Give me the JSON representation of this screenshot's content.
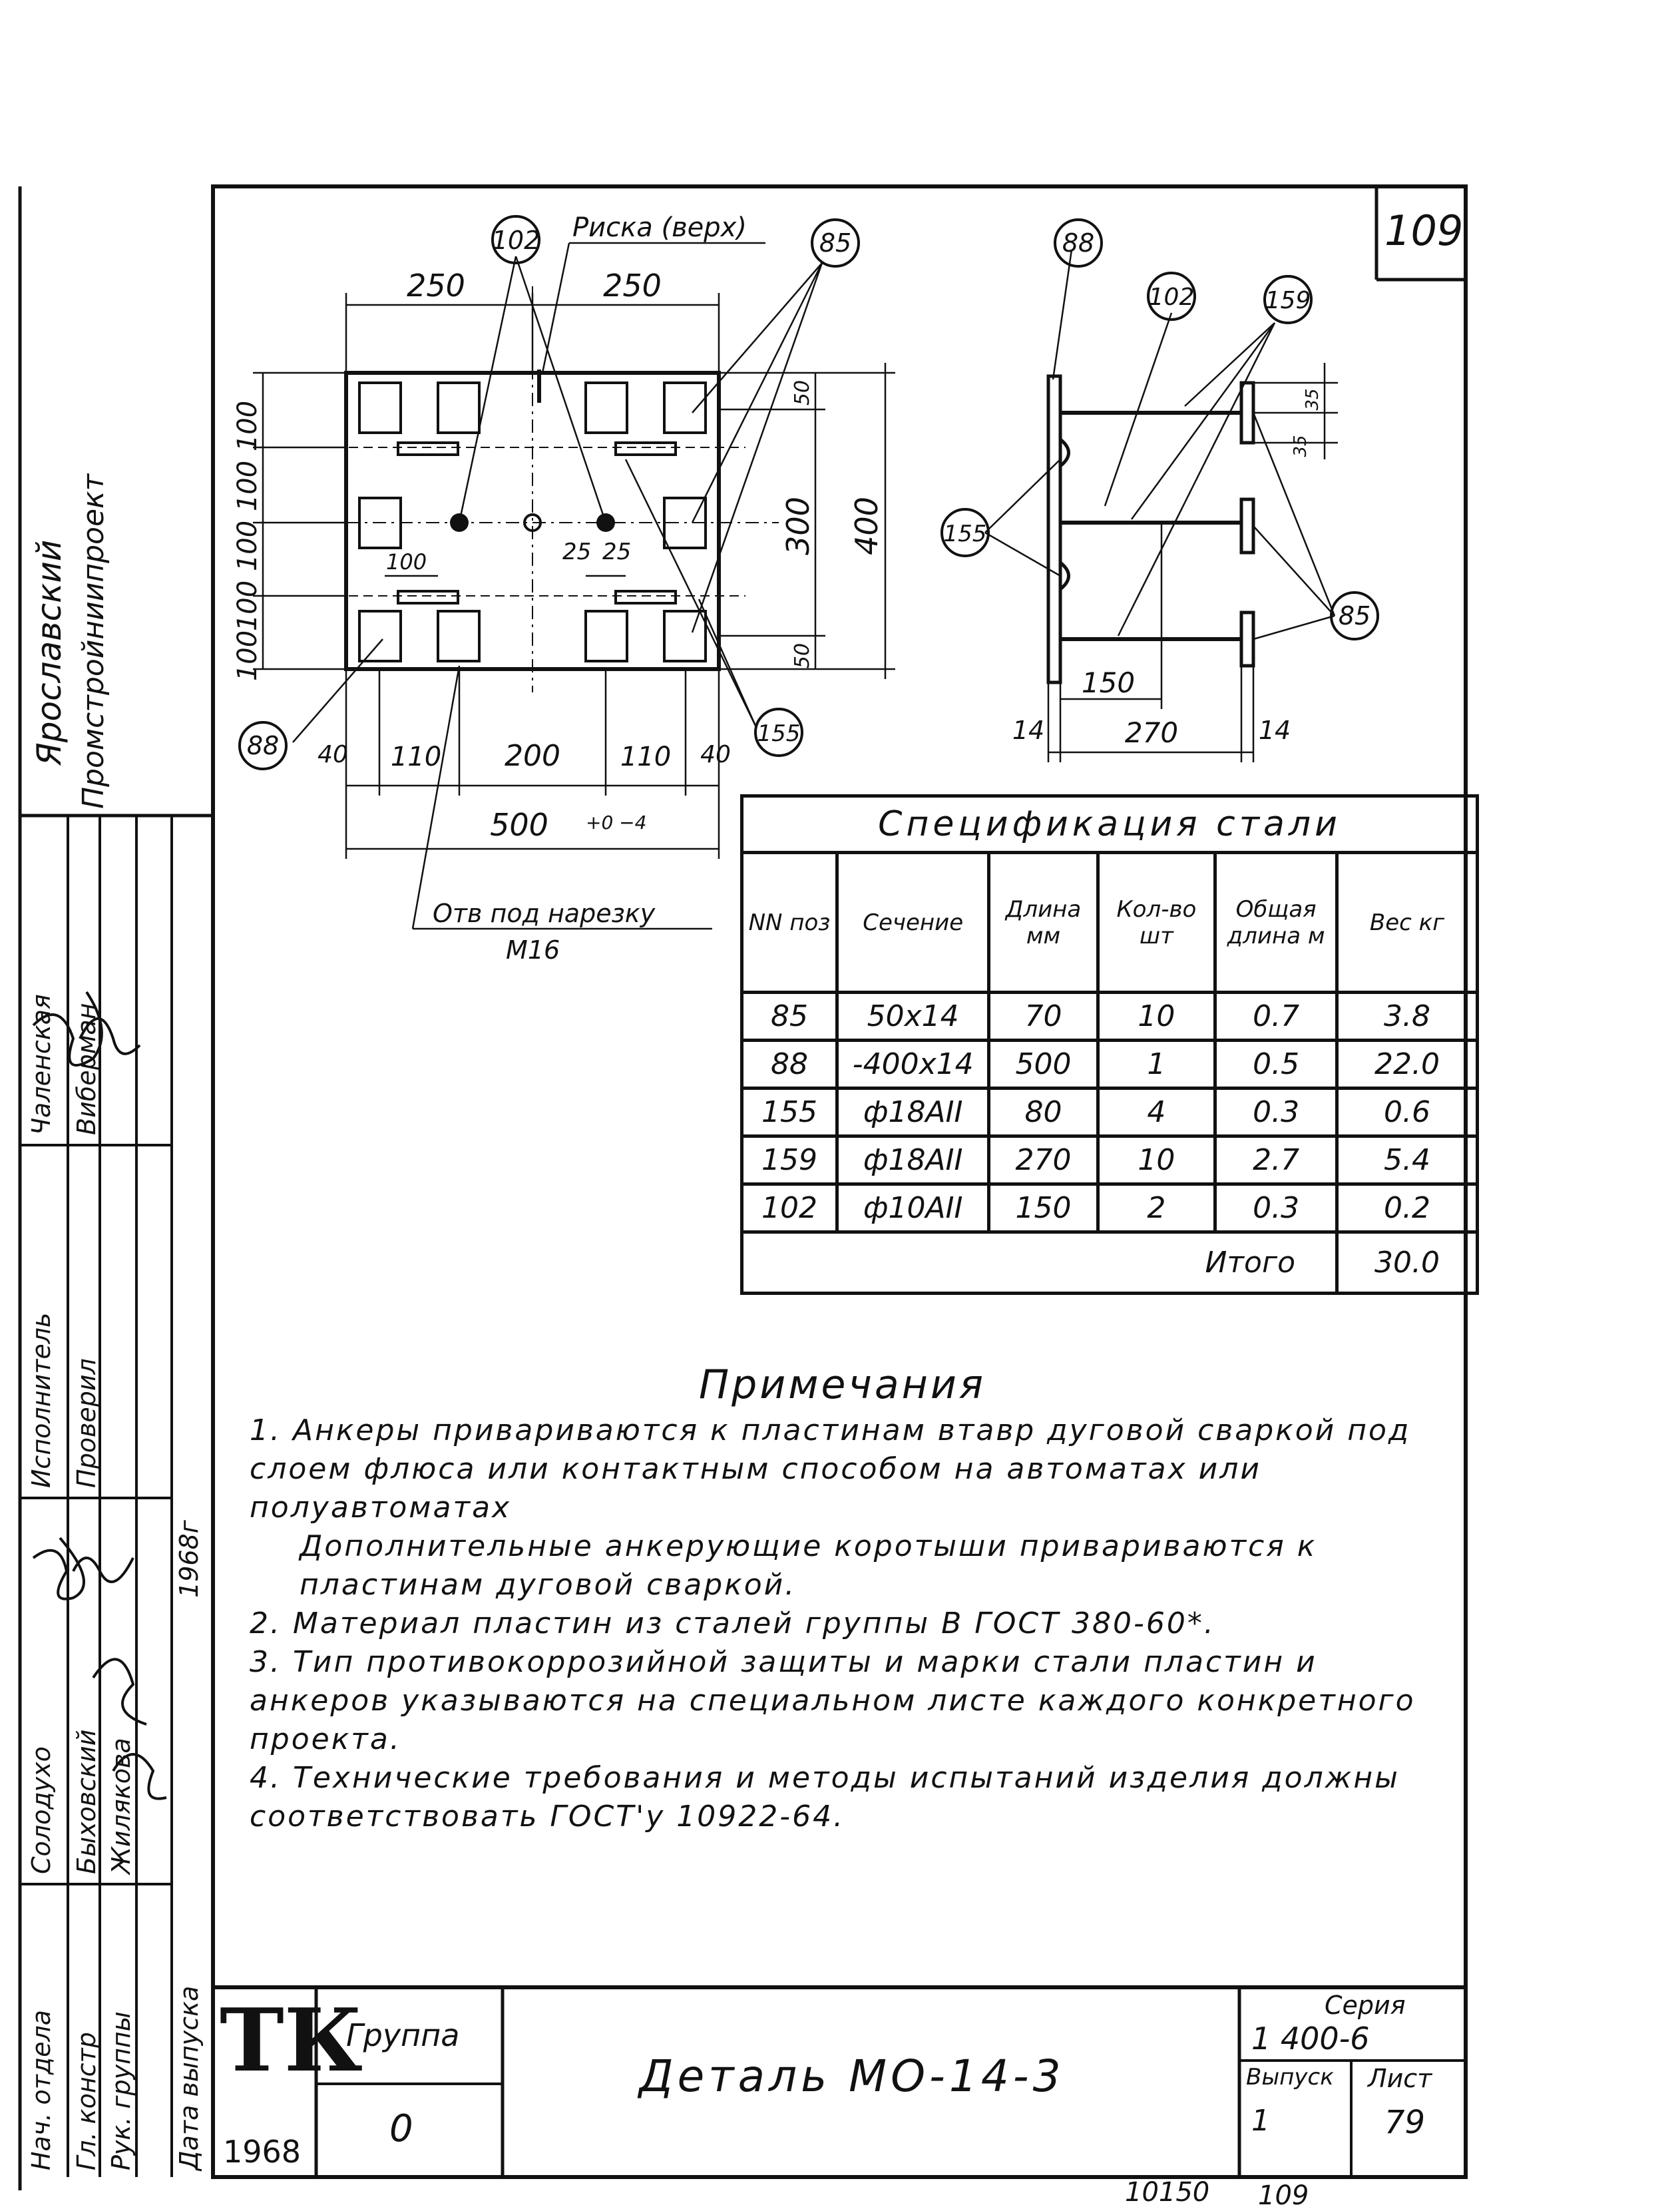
{
  "sheet": {
    "number": "109",
    "footer_left": "10150",
    "footer_right": "109"
  },
  "drawing": {
    "top_view": {
      "callouts": [
        "102",
        "85",
        "88",
        "155"
      ],
      "riska_label": "Риска (верх)",
      "hole_label": "Отв под нарезку",
      "hole_thread": "M16",
      "dims_top": [
        "250",
        "250"
      ],
      "dims_left": [
        "100",
        "100",
        "100",
        "100",
        "100"
      ],
      "dims_right_inner": [
        "50",
        "300",
        "50"
      ],
      "dim_right_outer": "400",
      "dims_bottom": [
        "40",
        "110",
        "200",
        "110",
        "40"
      ],
      "dim_overall": "500",
      "dim_overall_tol": "+0 −4",
      "dim_inner_100": "100",
      "dims_25": [
        "25",
        "25"
      ]
    },
    "side_view": {
      "callouts": [
        "88",
        "102",
        "159",
        "155",
        "85"
      ],
      "dims_small": [
        "35",
        "35"
      ],
      "dim_150": "150",
      "dims_bottom": [
        "14",
        "270",
        "14"
      ]
    }
  },
  "spec": {
    "title": "Спецификация стали",
    "headers": [
      "NN поз",
      "Сечение",
      "Длина мм",
      "Кол-во шт",
      "Общая длина м",
      "Вес кг"
    ],
    "rows": [
      [
        "85",
        "50x14",
        "70",
        "10",
        "0.7",
        "3.8"
      ],
      [
        "88",
        "-400x14",
        "500",
        "1",
        "0.5",
        "22.0"
      ],
      [
        "155",
        "ф18АII",
        "80",
        "4",
        "0.3",
        "0.6"
      ],
      [
        "159",
        "ф18АII",
        "270",
        "10",
        "2.7",
        "5.4"
      ],
      [
        "102",
        "ф10АII",
        "150",
        "2",
        "0.3",
        "0.2"
      ]
    ],
    "total_label": "Итого",
    "total_value": "30.0"
  },
  "notes": {
    "title": "Примечания",
    "items": [
      "1. Анкеры привариваются к пластинам втавр дуговой сваркой под слоем флюса или контактным способом на автоматах или полуавтоматах",
      "Дополнительные анкерующие коротыши привариваются к пластинам дуговой сваркой.",
      "2. Материал пластин из сталей группы В ГОСТ 380-60*.",
      "3. Тип противокоррозийной защиты и марки стали пластин и анкеров указываются на специальном листе каждого конкретного проекта.",
      "4. Технические требования и методы испытаний изделия должны соответствовать ГОСТ'у 10922-64."
    ]
  },
  "title_block": {
    "logo": "ТК",
    "year": "1968",
    "group_label": "Группа",
    "group_value": "0",
    "detail_title": "Деталь МО-14-3",
    "series_label": "Серия",
    "series_value": "1 400-6",
    "issue_label": "Выпуск",
    "issue_value": "1",
    "sheet_label": "Лист",
    "sheet_value": "79"
  },
  "side_stamp": {
    "org1": "Ярославский",
    "org2": "Промстройниипроект",
    "roles": [
      "Нач. отдела",
      "Гл. констр",
      "Рук. группы",
      "Дата выпуска"
    ],
    "names": [
      "Солодухо",
      "Быховский",
      "Жилякова"
    ],
    "roles2": [
      "Исполнитель",
      "Проверил"
    ],
    "names2": [
      "Чаленская",
      "Виберман"
    ],
    "date": "1968г"
  }
}
